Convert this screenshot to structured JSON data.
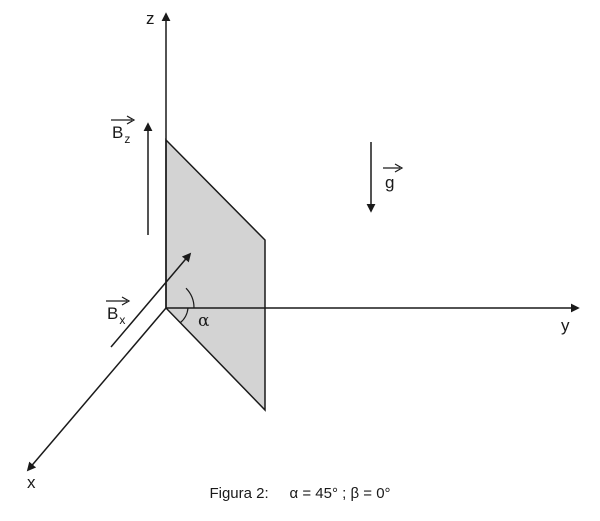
{
  "axes": {
    "z_label": "z",
    "y_label": "y",
    "x_label": "x"
  },
  "vectors": {
    "bz_letter": "B",
    "bz_sub": "z",
    "bx_letter": "B",
    "bx_sub": "x",
    "g_letter": "g"
  },
  "angle_label": "α",
  "caption": {
    "prefix": "Figura 2:",
    "alpha_part": "α = 45° ; β = 0°"
  },
  "colors": {
    "plate_fill": "#d3d3d3",
    "line": "#1a1a1a"
  }
}
